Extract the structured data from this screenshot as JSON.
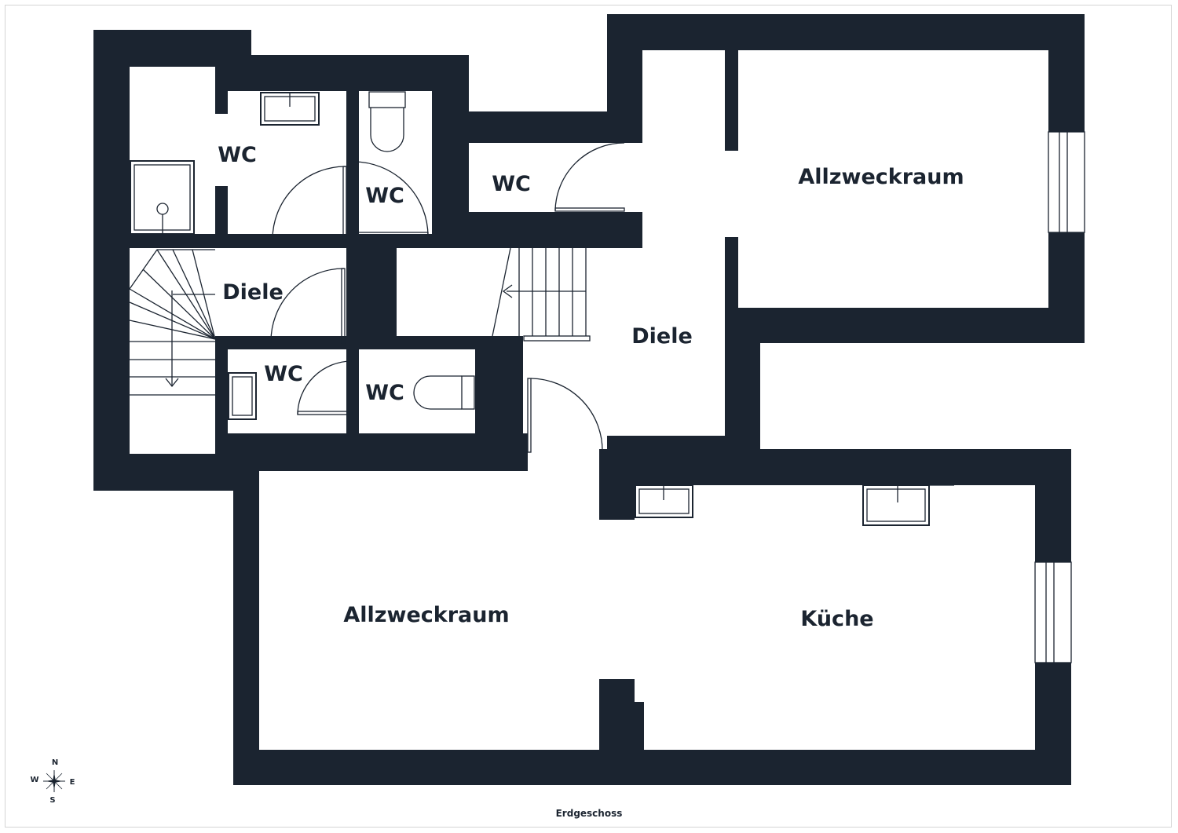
{
  "rooms": {
    "wc_bath": "WC",
    "wc_toilet_top": "WC",
    "wc_middle": "WC",
    "wc_lower_left": "WC",
    "wc_lower_right": "WC",
    "diele_left": "Diele",
    "diele_center": "Diele",
    "allzweckraum_top": "Allzweckraum",
    "allzweckraum_bottom": "Allzweckraum",
    "kueche": "Küche"
  },
  "compass": {
    "north": "N",
    "south": "S",
    "west": "W",
    "east": "E"
  },
  "floor_name": "Erdgeschoss",
  "colors": {
    "wall": "#1b2430",
    "background": "#ffffff"
  }
}
